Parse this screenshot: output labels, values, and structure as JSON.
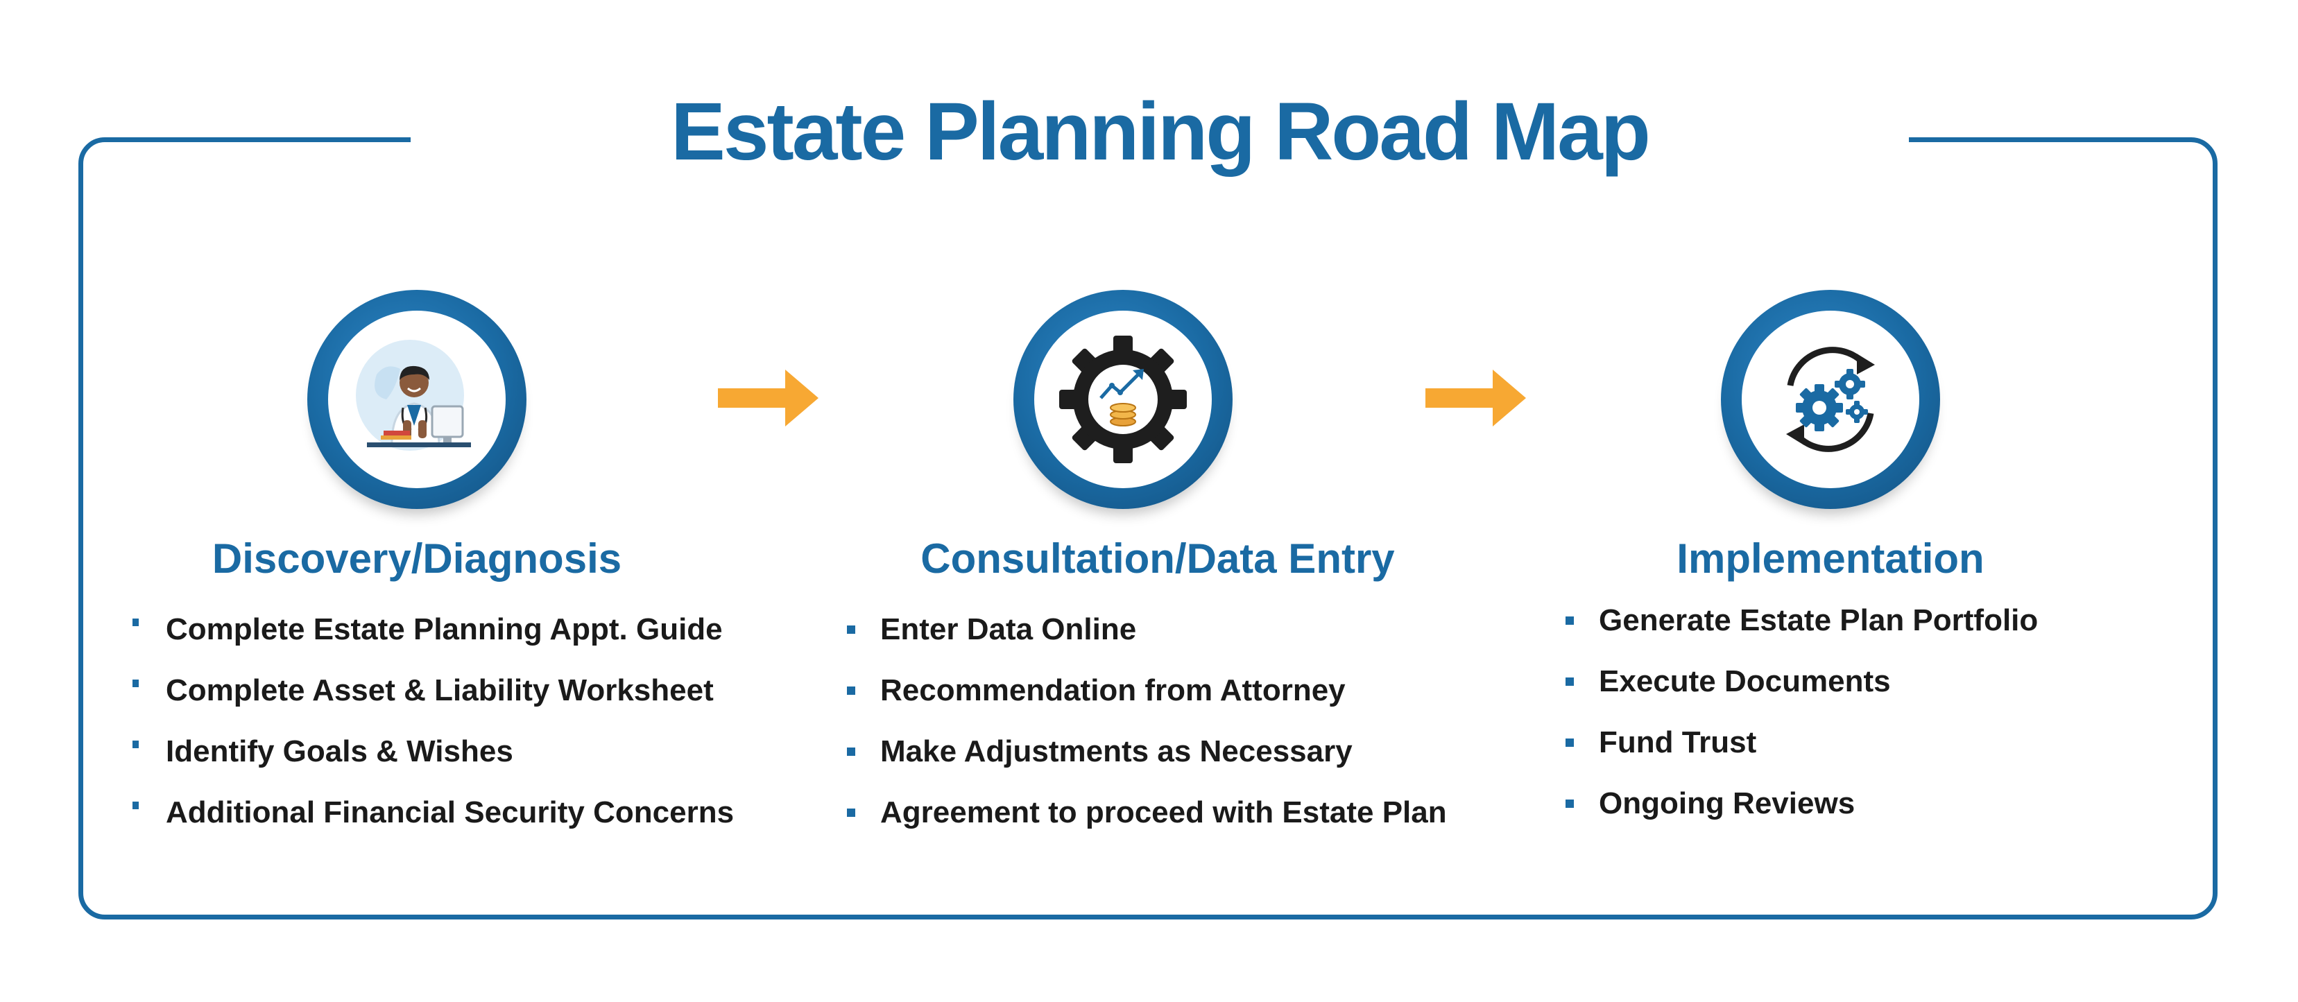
{
  "title": "Estate Planning Road Map",
  "colors": {
    "primary": "#1a6aa3",
    "arrow": "#f7a833",
    "text": "#1a1a1a"
  },
  "steps": [
    {
      "icon": "person-at-desk-icon",
      "heading": "Discovery/Diagnosis",
      "items": [
        "Complete Estate Planning Appt. Guide",
        "Complete Asset & Liability Worksheet",
        "Identify Goals & Wishes",
        "Additional Financial Security Concerns"
      ]
    },
    {
      "icon": "gear-growth-coins-icon",
      "heading": "Consultation/Data Entry",
      "items": [
        "Enter Data Online",
        "Recommendation from Attorney",
        "Make Adjustments as Necessary",
        "Agreement to proceed with Estate Plan"
      ]
    },
    {
      "icon": "gears-cycle-icon",
      "heading": "Implementation",
      "items": [
        "Generate Estate Plan Portfolio",
        "Execute Documents",
        "Fund Trust",
        "Ongoing Reviews"
      ]
    }
  ]
}
